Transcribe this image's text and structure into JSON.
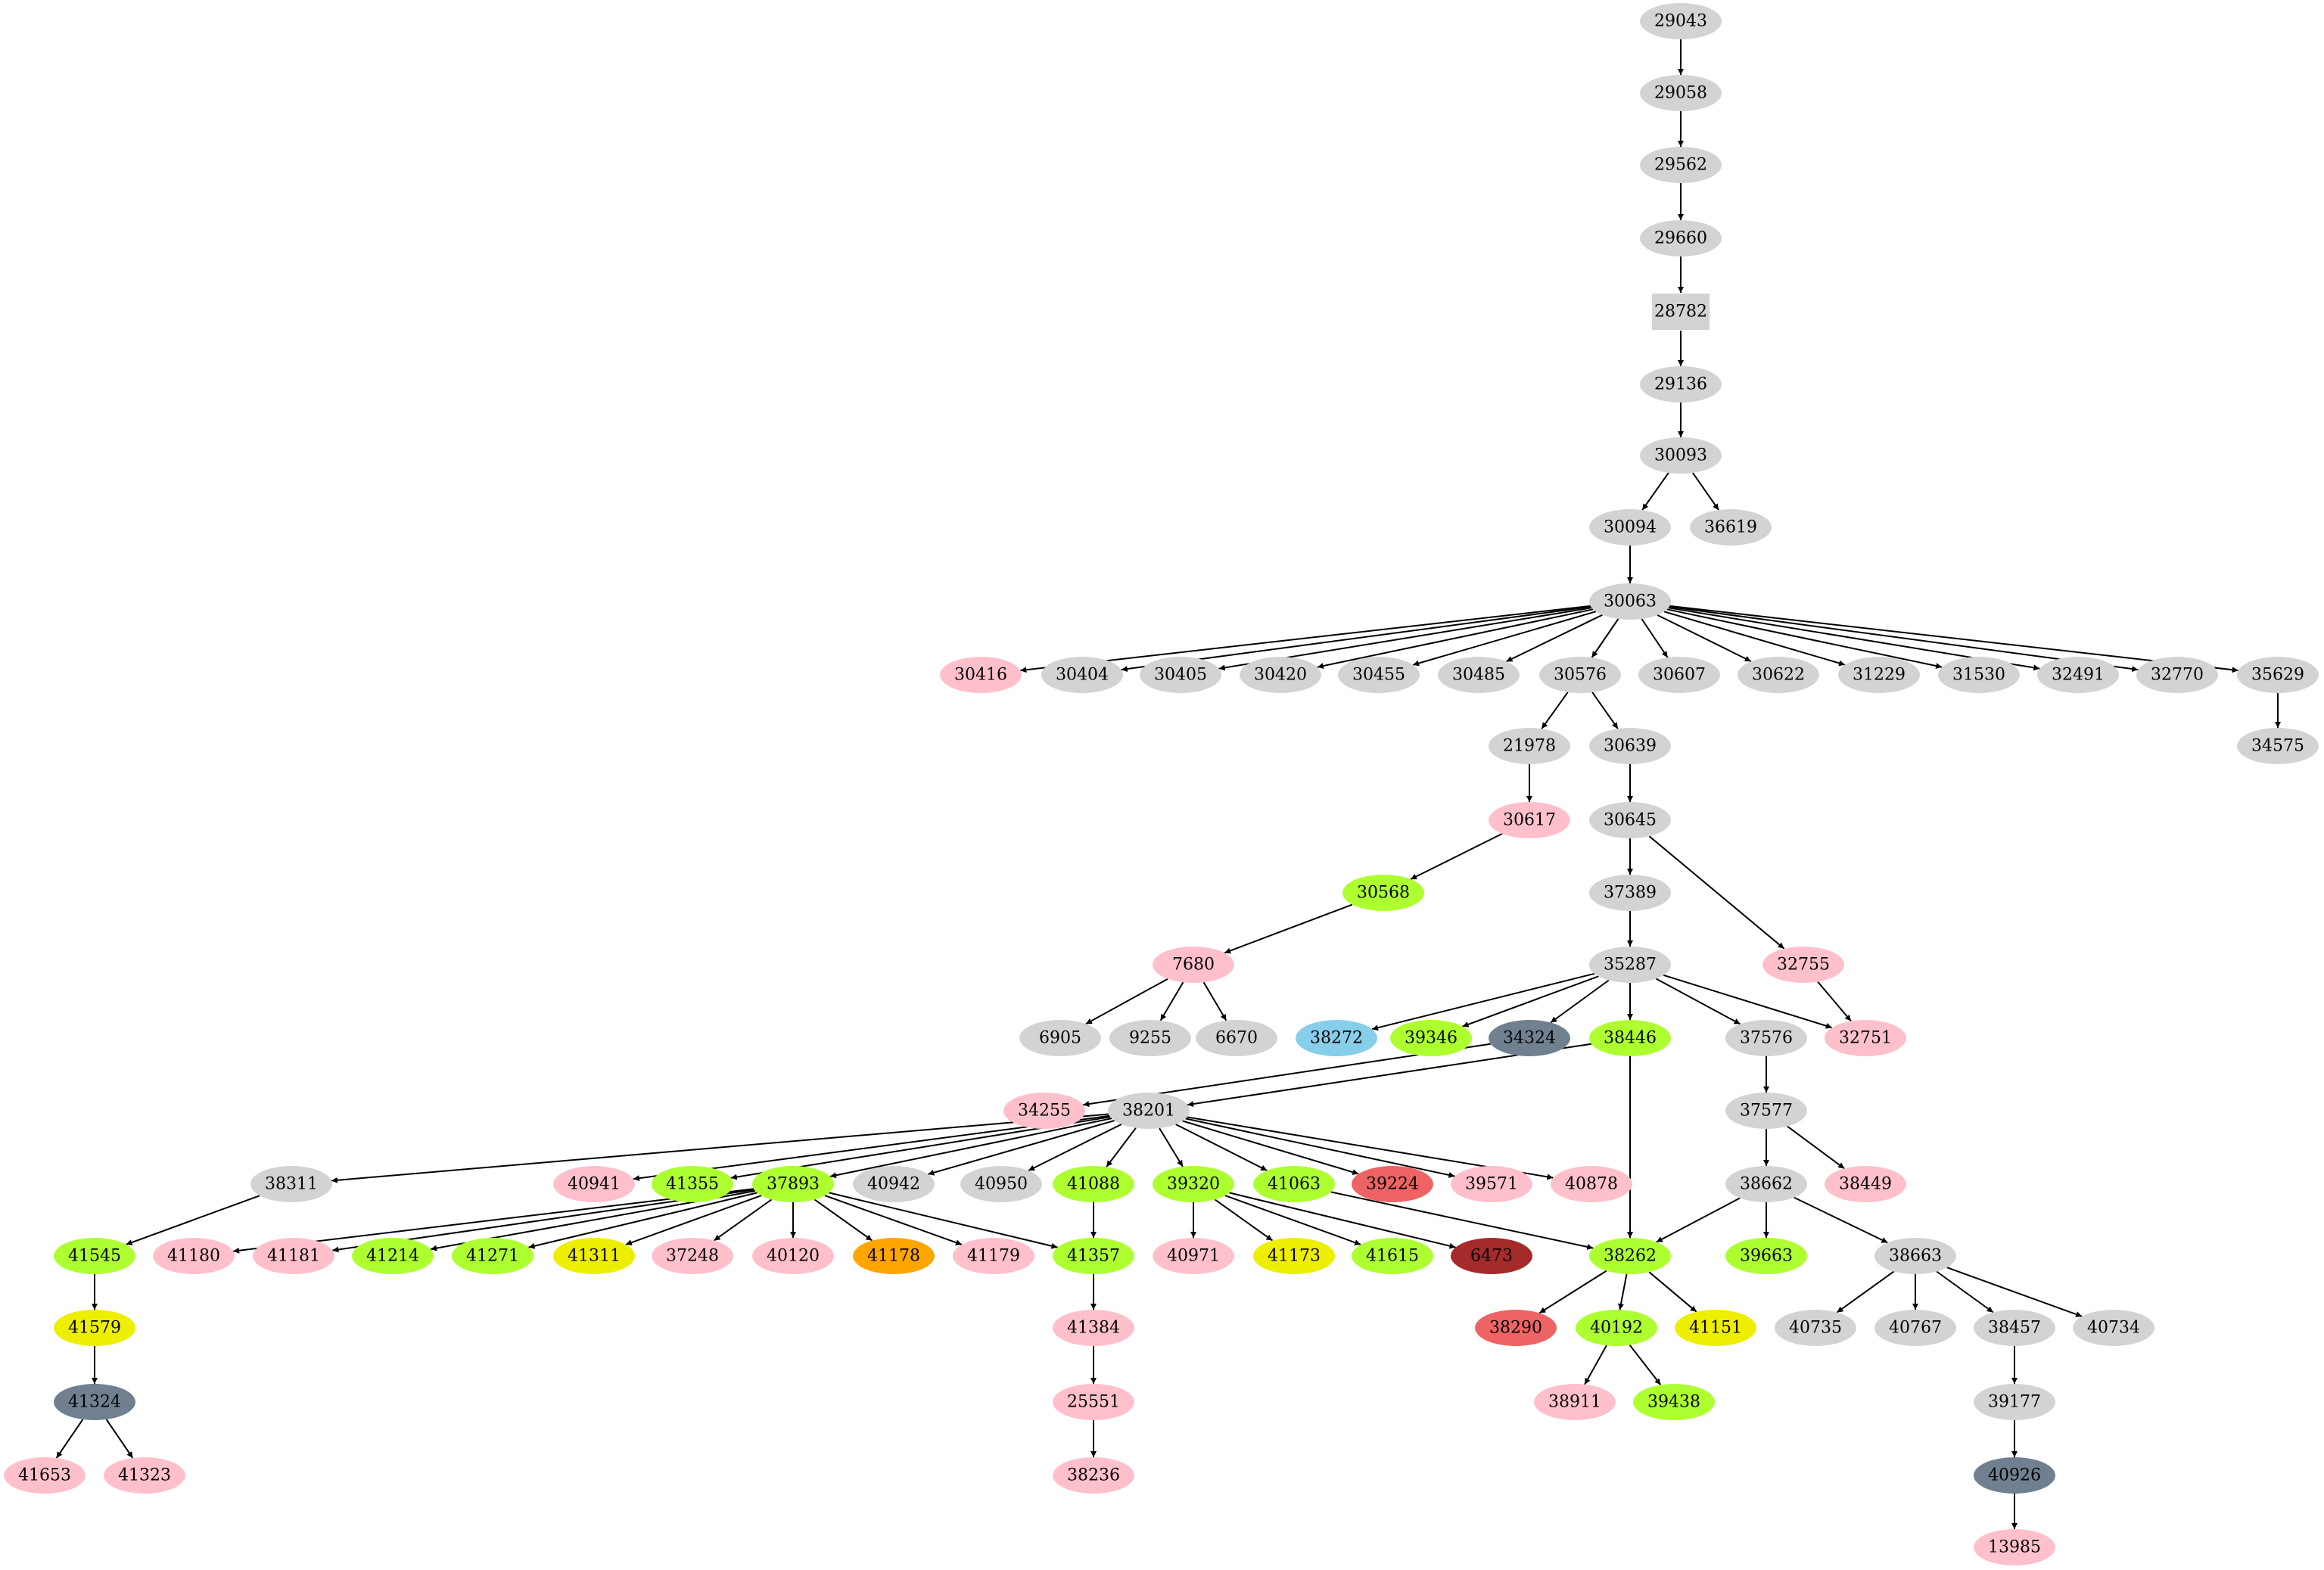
{
  "colors": {
    "gray": "#d3d3d3",
    "pink": "#ffc0cb",
    "green": "#adff2f",
    "yellow": "#eeee00",
    "slate": "#708090",
    "sky": "#87ceeb",
    "red": "#ee6363",
    "brown": "#a52a2a",
    "orange": "#ffa500",
    "edge": "#000000"
  },
  "nodes": [
    {
      "id": "29043",
      "label": "29043",
      "color": "gray"
    },
    {
      "id": "29058",
      "label": "29058",
      "color": "gray"
    },
    {
      "id": "29562",
      "label": "29562",
      "color": "gray"
    },
    {
      "id": "29660",
      "label": "29660",
      "color": "gray"
    },
    {
      "id": "28782",
      "label": "28782",
      "color": "gray",
      "shape": "box"
    },
    {
      "id": "29136",
      "label": "29136",
      "color": "gray"
    },
    {
      "id": "30093",
      "label": "30093",
      "color": "gray"
    },
    {
      "id": "30094",
      "label": "30094",
      "color": "gray"
    },
    {
      "id": "36619",
      "label": "36619",
      "color": "gray"
    },
    {
      "id": "30063",
      "label": "30063",
      "color": "gray"
    },
    {
      "id": "30416",
      "label": "30416",
      "color": "pink"
    },
    {
      "id": "30404",
      "label": "30404",
      "color": "gray"
    },
    {
      "id": "30405",
      "label": "30405",
      "color": "gray"
    },
    {
      "id": "30420",
      "label": "30420",
      "color": "gray"
    },
    {
      "id": "30455",
      "label": "30455",
      "color": "gray"
    },
    {
      "id": "30485",
      "label": "30485",
      "color": "gray"
    },
    {
      "id": "30576",
      "label": "30576",
      "color": "gray"
    },
    {
      "id": "30607",
      "label": "30607",
      "color": "gray"
    },
    {
      "id": "30622",
      "label": "30622",
      "color": "gray"
    },
    {
      "id": "31229",
      "label": "31229",
      "color": "gray"
    },
    {
      "id": "31530",
      "label": "31530",
      "color": "gray"
    },
    {
      "id": "32491",
      "label": "32491",
      "color": "gray"
    },
    {
      "id": "32770",
      "label": "32770",
      "color": "gray"
    },
    {
      "id": "35629",
      "label": "35629",
      "color": "gray"
    },
    {
      "id": "34575",
      "label": "34575",
      "color": "gray"
    },
    {
      "id": "21978",
      "label": "21978",
      "color": "gray"
    },
    {
      "id": "30639",
      "label": "30639",
      "color": "gray"
    },
    {
      "id": "30617",
      "label": "30617",
      "color": "pink"
    },
    {
      "id": "30645",
      "label": "30645",
      "color": "gray"
    },
    {
      "id": "30568",
      "label": "30568",
      "color": "green"
    },
    {
      "id": "37389",
      "label": "37389",
      "color": "gray"
    },
    {
      "id": "7680",
      "label": "7680",
      "color": "pink"
    },
    {
      "id": "35287",
      "label": "35287",
      "color": "gray"
    },
    {
      "id": "32755",
      "label": "32755",
      "color": "pink"
    },
    {
      "id": "6905",
      "label": "6905",
      "color": "gray"
    },
    {
      "id": "9255",
      "label": "9255",
      "color": "gray"
    },
    {
      "id": "6670",
      "label": "6670",
      "color": "gray"
    },
    {
      "id": "38272",
      "label": "38272",
      "color": "sky"
    },
    {
      "id": "39346",
      "label": "39346",
      "color": "green"
    },
    {
      "id": "34324",
      "label": "34324",
      "color": "slate"
    },
    {
      "id": "38446",
      "label": "38446",
      "color": "green"
    },
    {
      "id": "37576",
      "label": "37576",
      "color": "gray"
    },
    {
      "id": "32751",
      "label": "32751",
      "color": "pink"
    },
    {
      "id": "34255",
      "label": "34255",
      "color": "pink"
    },
    {
      "id": "38201",
      "label": "38201",
      "color": "gray"
    },
    {
      "id": "37577",
      "label": "37577",
      "color": "gray"
    },
    {
      "id": "38311",
      "label": "38311",
      "color": "gray"
    },
    {
      "id": "40941",
      "label": "40941",
      "color": "pink"
    },
    {
      "id": "41355",
      "label": "41355",
      "color": "green"
    },
    {
      "id": "37893",
      "label": "37893",
      "color": "green"
    },
    {
      "id": "40942",
      "label": "40942",
      "color": "gray"
    },
    {
      "id": "40950",
      "label": "40950",
      "color": "gray"
    },
    {
      "id": "41088",
      "label": "41088",
      "color": "green"
    },
    {
      "id": "39320",
      "label": "39320",
      "color": "green"
    },
    {
      "id": "41063",
      "label": "41063",
      "color": "green"
    },
    {
      "id": "39224",
      "label": "39224",
      "color": "red"
    },
    {
      "id": "39571",
      "label": "39571",
      "color": "pink"
    },
    {
      "id": "40878",
      "label": "40878",
      "color": "pink"
    },
    {
      "id": "38662",
      "label": "38662",
      "color": "gray"
    },
    {
      "id": "38449",
      "label": "38449",
      "color": "pink"
    },
    {
      "id": "41545",
      "label": "41545",
      "color": "green"
    },
    {
      "id": "41180",
      "label": "41180",
      "color": "pink"
    },
    {
      "id": "41181",
      "label": "41181",
      "color": "pink"
    },
    {
      "id": "41214",
      "label": "41214",
      "color": "green"
    },
    {
      "id": "41271",
      "label": "41271",
      "color": "green"
    },
    {
      "id": "41311",
      "label": "41311",
      "color": "yellow"
    },
    {
      "id": "37248",
      "label": "37248",
      "color": "pink"
    },
    {
      "id": "40120",
      "label": "40120",
      "color": "pink"
    },
    {
      "id": "41178",
      "label": "41178",
      "color": "orange"
    },
    {
      "id": "41179",
      "label": "41179",
      "color": "pink"
    },
    {
      "id": "41357",
      "label": "41357",
      "color": "green"
    },
    {
      "id": "40971",
      "label": "40971",
      "color": "pink"
    },
    {
      "id": "41173",
      "label": "41173",
      "color": "yellow"
    },
    {
      "id": "41615",
      "label": "41615",
      "color": "green"
    },
    {
      "id": "6473",
      "label": "6473",
      "color": "brown"
    },
    {
      "id": "38262",
      "label": "38262",
      "color": "green"
    },
    {
      "id": "39663",
      "label": "39663",
      "color": "green"
    },
    {
      "id": "38663",
      "label": "38663",
      "color": "gray"
    },
    {
      "id": "41579",
      "label": "41579",
      "color": "yellow"
    },
    {
      "id": "41384",
      "label": "41384",
      "color": "pink"
    },
    {
      "id": "38290",
      "label": "38290",
      "color": "red"
    },
    {
      "id": "40192",
      "label": "40192",
      "color": "green"
    },
    {
      "id": "41151",
      "label": "41151",
      "color": "yellow"
    },
    {
      "id": "40735",
      "label": "40735",
      "color": "gray"
    },
    {
      "id": "40767",
      "label": "40767",
      "color": "gray"
    },
    {
      "id": "38457",
      "label": "38457",
      "color": "gray"
    },
    {
      "id": "40734",
      "label": "40734",
      "color": "gray"
    },
    {
      "id": "41324",
      "label": "41324",
      "color": "slate"
    },
    {
      "id": "25551",
      "label": "25551",
      "color": "pink"
    },
    {
      "id": "38911",
      "label": "38911",
      "color": "pink"
    },
    {
      "id": "39438",
      "label": "39438",
      "color": "green"
    },
    {
      "id": "39177",
      "label": "39177",
      "color": "gray"
    },
    {
      "id": "41653",
      "label": "41653",
      "color": "pink"
    },
    {
      "id": "41323",
      "label": "41323",
      "color": "pink"
    },
    {
      "id": "38236",
      "label": "38236",
      "color": "pink"
    },
    {
      "id": "40926",
      "label": "40926",
      "color": "slate"
    },
    {
      "id": "13985",
      "label": "13985",
      "color": "pink"
    }
  ],
  "edges": [
    [
      "29043",
      "29058"
    ],
    [
      "29058",
      "29562"
    ],
    [
      "29562",
      "29660"
    ],
    [
      "29660",
      "28782"
    ],
    [
      "28782",
      "29136"
    ],
    [
      "29136",
      "30093"
    ],
    [
      "30093",
      "30094"
    ],
    [
      "30093",
      "36619"
    ],
    [
      "30094",
      "30063"
    ],
    [
      "30063",
      "30416"
    ],
    [
      "30063",
      "30404"
    ],
    [
      "30063",
      "30405"
    ],
    [
      "30063",
      "30420"
    ],
    [
      "30063",
      "30455"
    ],
    [
      "30063",
      "30485"
    ],
    [
      "30063",
      "30576"
    ],
    [
      "30063",
      "30607"
    ],
    [
      "30063",
      "30622"
    ],
    [
      "30063",
      "31229"
    ],
    [
      "30063",
      "31530"
    ],
    [
      "30063",
      "32491"
    ],
    [
      "30063",
      "32770"
    ],
    [
      "30063",
      "35629"
    ],
    [
      "35629",
      "34575"
    ],
    [
      "30576",
      "21978"
    ],
    [
      "30576",
      "30639"
    ],
    [
      "21978",
      "30617"
    ],
    [
      "30617",
      "30568"
    ],
    [
      "30568",
      "7680"
    ],
    [
      "7680",
      "6905"
    ],
    [
      "7680",
      "9255"
    ],
    [
      "7680",
      "6670"
    ],
    [
      "30639",
      "30645"
    ],
    [
      "30645",
      "37389"
    ],
    [
      "30645",
      "32755"
    ],
    [
      "37389",
      "35287"
    ],
    [
      "32755",
      "32751"
    ],
    [
      "35287",
      "38272"
    ],
    [
      "35287",
      "39346"
    ],
    [
      "35287",
      "34324"
    ],
    [
      "35287",
      "38446"
    ],
    [
      "35287",
      "38262"
    ],
    [
      "35287",
      "37576"
    ],
    [
      "35287",
      "32751"
    ],
    [
      "34324",
      "34255"
    ],
    [
      "38446",
      "38201"
    ],
    [
      "38446",
      "38262"
    ],
    [
      "37576",
      "37577"
    ],
    [
      "37577",
      "38662"
    ],
    [
      "37577",
      "38449"
    ],
    [
      "38201",
      "38311"
    ],
    [
      "38201",
      "40941"
    ],
    [
      "38201",
      "41355"
    ],
    [
      "38201",
      "37893"
    ],
    [
      "38201",
      "40942"
    ],
    [
      "38201",
      "40950"
    ],
    [
      "38201",
      "41088"
    ],
    [
      "38201",
      "39320"
    ],
    [
      "38201",
      "41063"
    ],
    [
      "38201",
      "39224"
    ],
    [
      "38201",
      "39571"
    ],
    [
      "38201",
      "40878"
    ],
    [
      "38311",
      "41545"
    ],
    [
      "41545",
      "41579"
    ],
    [
      "41579",
      "41324"
    ],
    [
      "41324",
      "41653"
    ],
    [
      "41324",
      "41323"
    ],
    [
      "37893",
      "41180"
    ],
    [
      "37893",
      "41181"
    ],
    [
      "37893",
      "41214"
    ],
    [
      "37893",
      "41271"
    ],
    [
      "37893",
      "41311"
    ],
    [
      "37893",
      "37248"
    ],
    [
      "37893",
      "40120"
    ],
    [
      "37893",
      "41178"
    ],
    [
      "37893",
      "41179"
    ],
    [
      "37893",
      "41357"
    ],
    [
      "41088",
      "41357"
    ],
    [
      "41357",
      "41384"
    ],
    [
      "41384",
      "25551"
    ],
    [
      "25551",
      "38236"
    ],
    [
      "39320",
      "40971"
    ],
    [
      "39320",
      "41173"
    ],
    [
      "39320",
      "41615"
    ],
    [
      "39320",
      "6473"
    ],
    [
      "41063",
      "38262"
    ],
    [
      "38662",
      "38262"
    ],
    [
      "38662",
      "39663"
    ],
    [
      "38662",
      "38663"
    ],
    [
      "38262",
      "38290"
    ],
    [
      "38262",
      "40192"
    ],
    [
      "38262",
      "41151"
    ],
    [
      "40192",
      "38911"
    ],
    [
      "40192",
      "39438"
    ],
    [
      "38663",
      "40735"
    ],
    [
      "38663",
      "40767"
    ],
    [
      "38663",
      "38457"
    ],
    [
      "38663",
      "40734"
    ],
    [
      "38457",
      "39177"
    ],
    [
      "39177",
      "40926"
    ],
    [
      "40926",
      "13985"
    ]
  ]
}
